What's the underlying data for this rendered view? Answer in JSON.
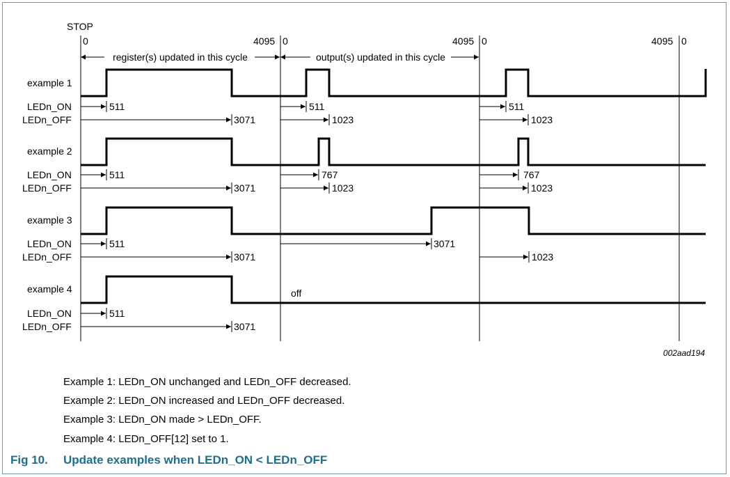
{
  "diagram": {
    "stop_label": "STOP",
    "cycle_start": "0",
    "cycle_end": "4095",
    "cycles": [
      {
        "label": "register(s) updated in this cycle"
      },
      {
        "label": "output(s) updated in this cycle"
      },
      {
        "label": ""
      }
    ],
    "reference_code": "002aad194",
    "examples": [
      {
        "name": "example 1",
        "on_label": "LEDn_ON",
        "off_label": "LEDn_OFF",
        "cycles": [
          {
            "on": "511",
            "off": "3071"
          },
          {
            "on": "511",
            "off": "1023"
          },
          {
            "on": "511",
            "off": "1023"
          }
        ]
      },
      {
        "name": "example 2",
        "on_label": "LEDn_ON",
        "off_label": "LEDn_OFF",
        "cycles": [
          {
            "on": "511",
            "off": "3071"
          },
          {
            "on": "767",
            "off": "1023"
          },
          {
            "on": "767",
            "off": "1023"
          }
        ]
      },
      {
        "name": "example 3",
        "on_label": "LEDn_ON",
        "off_label": "LEDn_OFF",
        "cycles": [
          {
            "on": "511",
            "off": "3071"
          },
          {
            "on": "3071",
            "off": ""
          },
          {
            "on": "",
            "off": "1023"
          }
        ]
      },
      {
        "name": "example 4",
        "on_label": "LEDn_ON",
        "off_label": "LEDn_OFF",
        "off_state": "off",
        "cycles": [
          {
            "on": "511",
            "off": "3071"
          }
        ]
      }
    ]
  },
  "notes": [
    "Example 1: LEDn_ON unchanged and LEDn_OFF decreased.",
    "Example 2: LEDn_ON increased and LEDn_OFF decreased.",
    "Example 3: LEDn_ON made > LEDn_OFF.",
    "Example 4: LEDn_OFF[12] set to 1."
  ],
  "caption": {
    "number": "Fig 10.",
    "title": "Update examples when LEDn_ON < LEDn_OFF"
  },
  "colors": {
    "caption": "#1d6f8f",
    "frame": "#6a9ab6",
    "line": "#000000"
  }
}
